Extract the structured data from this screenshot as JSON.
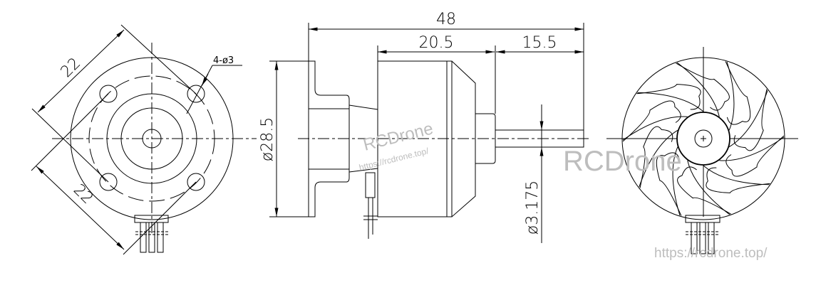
{
  "dimensions": {
    "mount_spacing_a": "22",
    "mount_spacing_b": "22",
    "mount_holes": "4-ø3",
    "total_length": "48",
    "body_length": "20.5",
    "shaft_length": "15.5",
    "body_diameter": "ø28.5",
    "shaft_diameter": "ø3.175"
  },
  "watermarks": {
    "brand_center": "RCDrone",
    "url_center": "https://rcdrone.top/",
    "brand_right": "RCDrone",
    "url_bottom": "https://rcdrone.top/"
  },
  "colors": {
    "line": "#000000",
    "watermark": "#bdbdbd"
  }
}
